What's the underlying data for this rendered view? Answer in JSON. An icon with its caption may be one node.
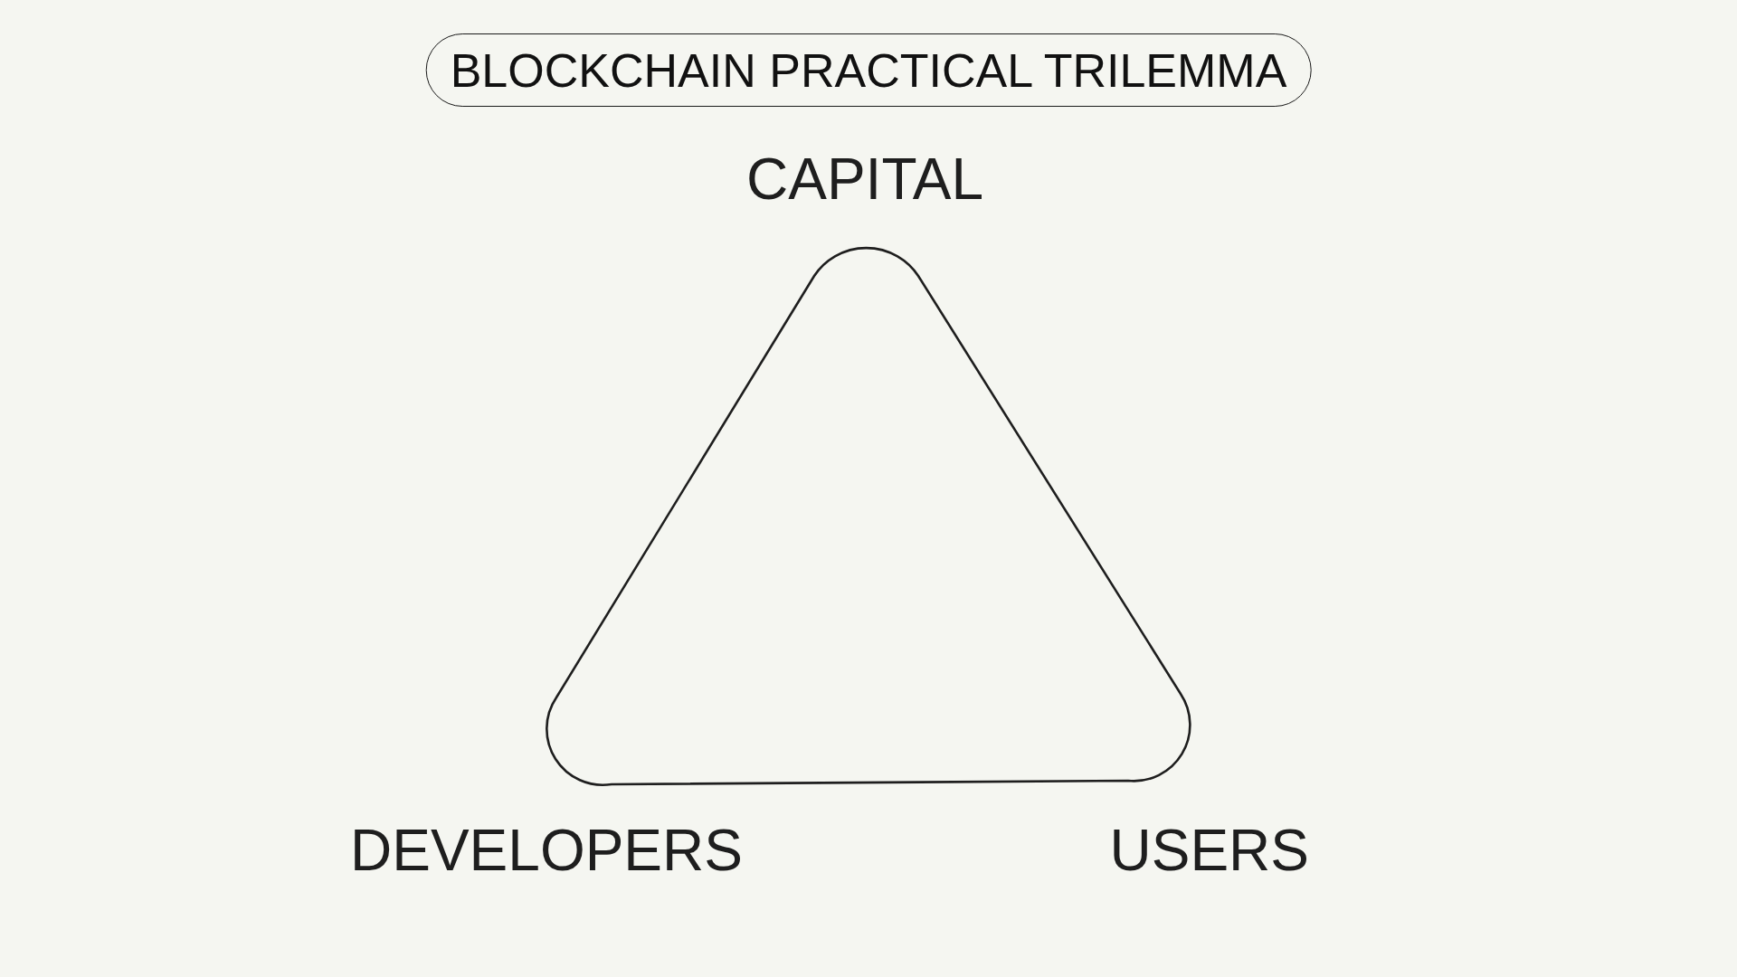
{
  "diagram": {
    "title": "BLOCKCHAIN PRACTICAL TRILEMMA",
    "nodes": [
      {
        "text": [],
        "shape": "triangle"
      }
    ],
    "labels": [
      "CAPITAL",
      "DEVELOPERS",
      "USERS"
    ]
  }
}
